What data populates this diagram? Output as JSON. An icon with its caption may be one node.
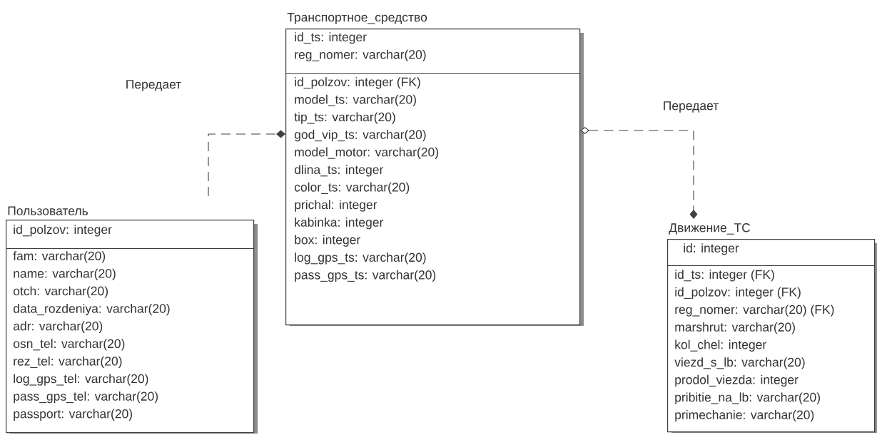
{
  "diagram": {
    "nodes": [
      {
        "text": [
          "Пользователь"
        ]
      },
      {
        "text": [
          "id_polzov: integer"
        ],
        "in": 0
      },
      {
        "text": [
          "fam: varchar(20)",
          "name: varchar(20)",
          "otch: varchar(20)",
          "data_rozdeniya: varchar(20)",
          "adr: varchar(20)",
          "osn_tel: varchar(20)",
          "rez_tel: varchar(20)",
          "log_gps_tel: varchar(20)",
          "pass_gps_tel: varchar(20)",
          "passport: varchar(20)"
        ],
        "in": 0
      },
      {
        "text": [
          "Транспортное_средство"
        ]
      },
      {
        "text": [
          "id_ts: integer",
          "reg_nomer: varchar(20)"
        ],
        "in": 3
      },
      {
        "text": [
          "id_polzov: integer (FK)",
          "model_ts: varchar(20)",
          "tip_ts: varchar(20)",
          "god_vip_ts: varchar(20)",
          "model_motor: varchar(20)",
          "dlina_ts: integer",
          "color_ts: varchar(20)",
          "prichal: integer",
          "kabinka: integer",
          "box: integer",
          "log_gps_ts: varchar(20)",
          "pass_gps_ts: varchar(20)"
        ],
        "in": 3
      },
      {
        "text": [
          "Движение_ТС"
        ]
      },
      {
        "text": [
          "id: integer"
        ],
        "in": 6
      },
      {
        "text": [
          "id_ts: integer (FK)",
          "id_polzov: integer (FK)",
          "reg_nomer: varchar(20) (FK)",
          "marshrut: varchar(20)",
          "kol_chel: integer",
          "viezd_s_lb: varchar(20)",
          "prodol_viezda: integer",
          "pribitie_na_lb: varchar(20)",
          "primechanie: varchar(20)"
        ],
        "in": 6
      }
    ],
    "edges": [
      {
        "from": 0,
        "to": 3,
        "arrow": "other",
        "label": "Передает",
        "style": "dashed"
      },
      {
        "from": 3,
        "to": 6,
        "arrow": "other",
        "label": "Передает",
        "style": "dashed"
      }
    ]
  }
}
